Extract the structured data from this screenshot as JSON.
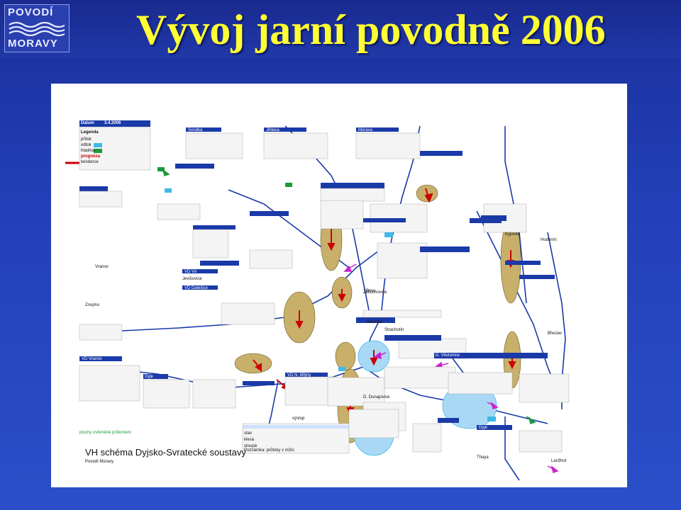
{
  "logo": {
    "line1": "POVODÍ",
    "line2": "MORAVY"
  },
  "slide": {
    "title": "Vývoj jarní povodně 2006"
  },
  "diagram": {
    "caption": "VH schéma Dyjsko-Svratecké soustavy",
    "sub": "Povodí Moravy",
    "labels": {
      "vranov_top": "Vranov",
      "jevisovice": "Jevišovice",
      "znojmo": "Znojmo",
      "dyje": "Dyje",
      "svratka": "Svratka",
      "jihlava": "Jihlava",
      "nmlyny": "VD N. Mlýny",
      "brno": "Brno",
      "morava": "Morava",
      "vranov_lbl": "VD Vranov",
      "dalesice": "VD Dalešice",
      "vir": "VD Vír",
      "hodonin": "Hodonín",
      "breclav": "Břeclav",
      "lanzhot": "Lanžhot",
      "dolni_vestonice": "D. Věstonice",
      "strachotin": "Strachotín",
      "zidlochovice": "Židlochovice",
      "ivancice": "Ivančice",
      "dolni_dunajovice": "D. Dunajovice",
      "datum": "Datum",
      "datum_val": "3.4.2006",
      "legend": "Legenda",
      "pritok": "přítok",
      "odtok": "odtok",
      "hladina": "hladina",
      "prognoza": "prognóza",
      "stav": "stav",
      "tendence": "tendence",
      "vystup": "výstup",
      "klesa": "klesá",
      "stoupa": "stoupá",
      "plochy": "plochy ovlivněné průlomem",
      "poznamka": "Poznámka: průtoky v m3/s",
      "dyje_label": "Dyje",
      "kyjovka": "Kyjovka",
      "thaya": "Thaya"
    },
    "colors": {
      "blue": "#1a3aa8",
      "red": "#cc0000",
      "tan": "#c8b06a",
      "lightblue": "#a9d8f5",
      "green": "#1b9a3b",
      "magenta": "#cc22cc",
      "cyan": "#3fb9e8"
    }
  }
}
